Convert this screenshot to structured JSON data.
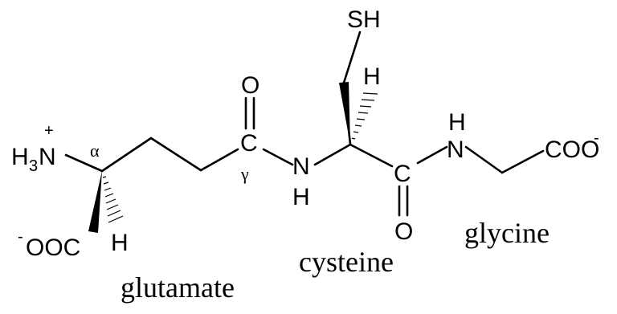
{
  "figure": {
    "atoms": {
      "amine_left": "H",
      "amine_sub": "3",
      "amine_N": "N",
      "amine_charge": "+",
      "carboxylate_left_charge": "-",
      "carboxylate_left": "OOC",
      "h_alpha": "H",
      "alpha_label": "α",
      "carbonyl_O1": "O",
      "carbonyl_C1": "C",
      "gamma_label": "γ",
      "amide_N1": "N",
      "amide_H1": "H",
      "thiol": "SH",
      "h_cys": "H",
      "carbonyl_C2": "C",
      "carbonyl_O2": "O",
      "amide_H2": "H",
      "amide_N2": "N",
      "carboxylate_right": "COO",
      "carboxylate_right_charge": "-"
    },
    "labels": {
      "glutamate": "glutamate",
      "cysteine": "cysteine",
      "glycine": "glycine"
    }
  }
}
